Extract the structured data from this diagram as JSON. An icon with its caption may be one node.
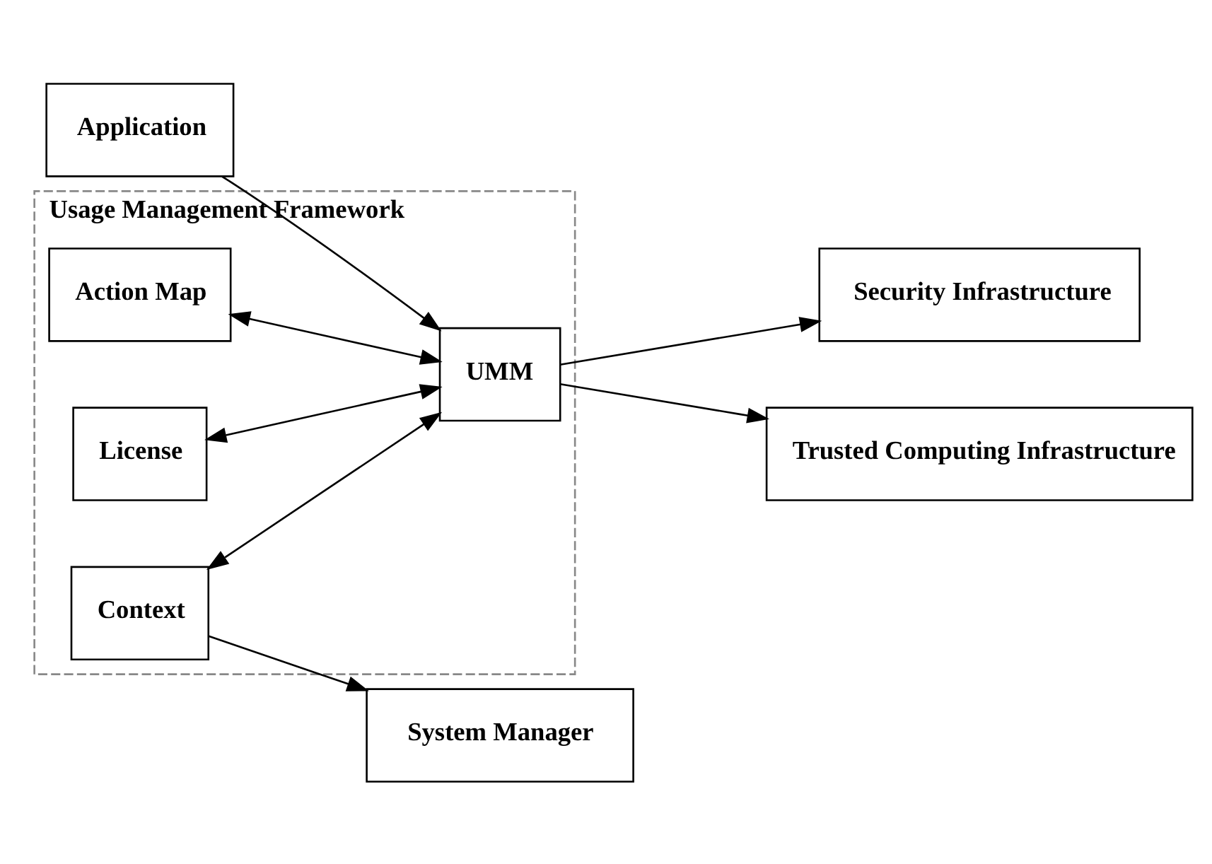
{
  "diagram": {
    "nodes": [
      {
        "text": [
          "Usage Management Framework"
        ]
      },
      {
        "text": [
          "Action Map"
        ],
        "in": 0
      },
      {
        "text": [
          "License"
        ],
        "in": 0
      },
      {
        "text": [
          "Context"
        ],
        "in": 0
      },
      {
        "text": [
          "UMM"
        ],
        "in": 0
      },
      {
        "text": [
          "Security Infrastructure"
        ]
      },
      {
        "text": [
          "Application"
        ]
      },
      {
        "text": [
          "System Manager"
        ]
      },
      {
        "text": [
          "Trusted Computing Infrastructure"
        ]
      }
    ],
    "edges": [
      {
        "from": 1,
        "to": 4,
        "arrow": "both"
      },
      {
        "from": 2,
        "to": 4,
        "arrow": "both"
      },
      {
        "from": 3,
        "to": 4,
        "arrow": "both"
      },
      {
        "from": 4,
        "to": 5,
        "arrow": "to"
      },
      {
        "from": 6,
        "to": 4,
        "arrow": "to"
      },
      {
        "from": 4,
        "to": 8,
        "arrow": "to"
      },
      {
        "from": 3,
        "to": 7,
        "arrow": "to"
      }
    ]
  }
}
